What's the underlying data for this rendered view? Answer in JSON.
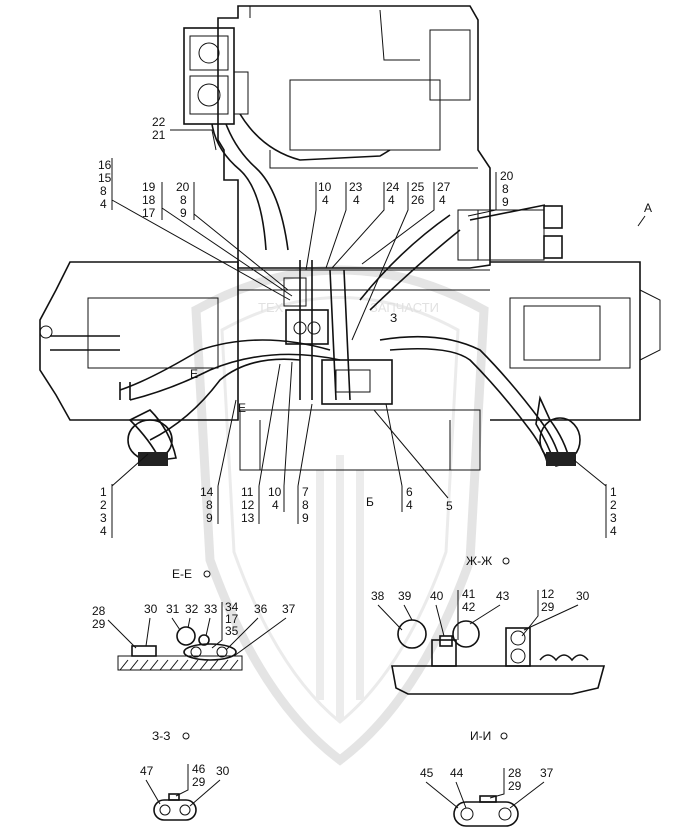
{
  "watermark": {
    "line1": "ТЕХ",
    "line2": "ЗАПЧАСТИ"
  },
  "view_label": "А",
  "inner_label_b": "Б",
  "inner_label_z": "З",
  "inner_label_e1": "Е",
  "inner_label_e2": "Е",
  "callouts_top": {
    "c22_21": [
      "22",
      "21"
    ],
    "c16": [
      "16",
      "15",
      "8",
      "4"
    ],
    "c19": [
      "19",
      "18",
      "17"
    ],
    "c20l": [
      "20",
      "8",
      "9"
    ],
    "c10t": [
      "10",
      "4"
    ],
    "c23": [
      "23",
      "4"
    ],
    "c24": [
      "24",
      "4"
    ],
    "c25": [
      "25",
      "26"
    ],
    "c27": [
      "27",
      "4"
    ],
    "c20r": [
      "20",
      "8",
      "9"
    ]
  },
  "callouts_bottom": {
    "c1l": [
      "1",
      "2",
      "3",
      "4"
    ],
    "c14": [
      "14",
      "8",
      "9"
    ],
    "c11": [
      "11",
      "12",
      "13"
    ],
    "c10b": [
      "10",
      "4"
    ],
    "c7": [
      "7",
      "8",
      "9"
    ],
    "c6": [
      "6",
      "4"
    ],
    "c5": [
      "5"
    ],
    "c1r": [
      "1",
      "2",
      "3",
      "4"
    ]
  },
  "sections": {
    "ee": {
      "title": "Е-Е",
      "labels": {
        "a": "28",
        "b": "29",
        "c": "30",
        "d": "31",
        "e": "32",
        "f": "33",
        "g1": "34",
        "g2": "17",
        "g3": "35",
        "h": "36",
        "i": "37"
      }
    },
    "zhzh": {
      "title": "Ж-Ж",
      "labels": {
        "a": "38",
        "b": "39",
        "c": "40",
        "d1": "41",
        "d2": "42",
        "e": "43",
        "f1": "12",
        "f2": "29",
        "g": "30"
      }
    },
    "zz": {
      "title": "З-З",
      "labels": {
        "a": "47",
        "b1": "46",
        "b2": "29",
        "c": "30"
      }
    },
    "ii": {
      "title": "И-И",
      "labels": {
        "a": "45",
        "b": "44",
        "c1": "28",
        "c2": "29",
        "d": "37"
      }
    }
  }
}
